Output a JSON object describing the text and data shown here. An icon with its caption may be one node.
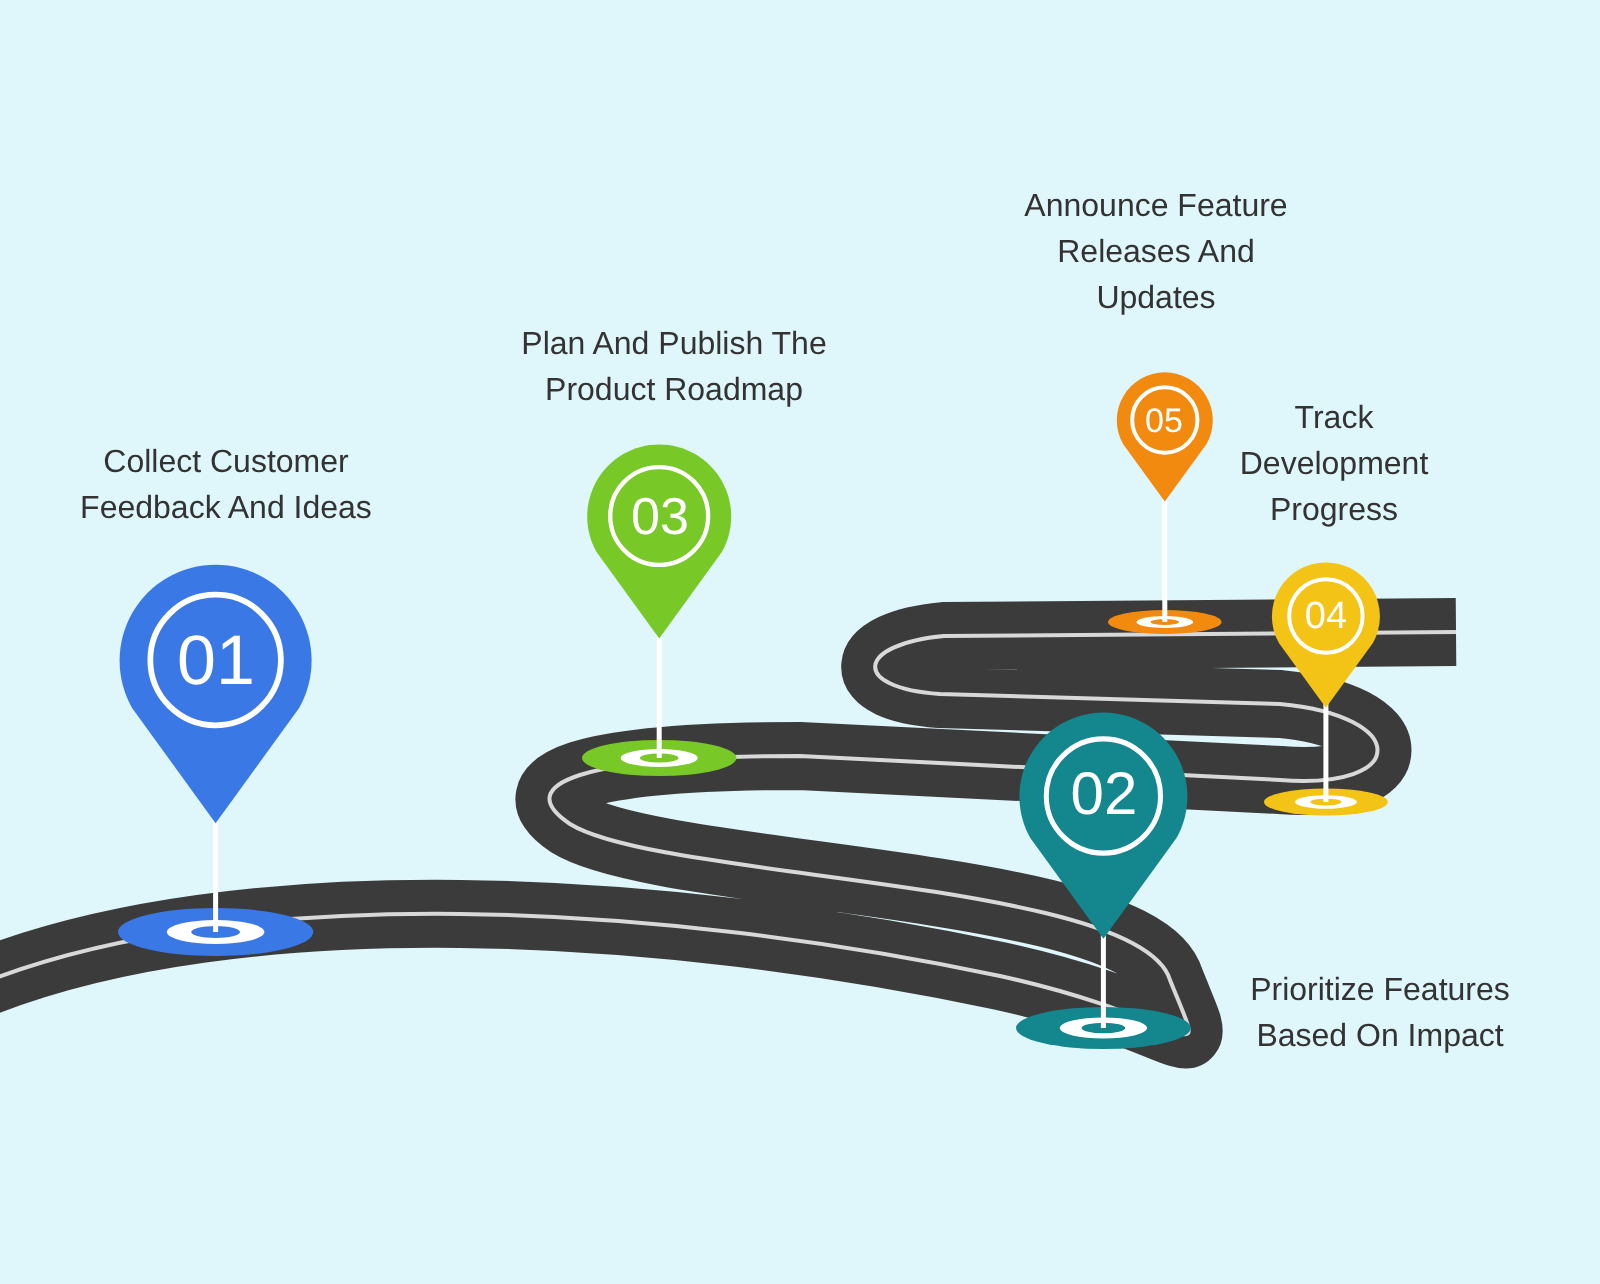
{
  "diagram": {
    "nodes": [
      {
        "text": [
          "01"
        ],
        "beside": [
          "Collect Customer Feedback And Ideas"
        ]
      },
      {
        "text": [
          "02"
        ],
        "beside": [
          "Prioritize Features Based On Impact"
        ]
      },
      {
        "text": [
          "03"
        ],
        "beside": [
          "Plan And Publish The Product Roadmap"
        ]
      },
      {
        "text": [
          "04"
        ],
        "beside": [
          "Track Development Progress"
        ]
      },
      {
        "text": [
          "05"
        ],
        "beside": [
          "Announce Feature Releases And Updates"
        ]
      }
    ]
  }
}
